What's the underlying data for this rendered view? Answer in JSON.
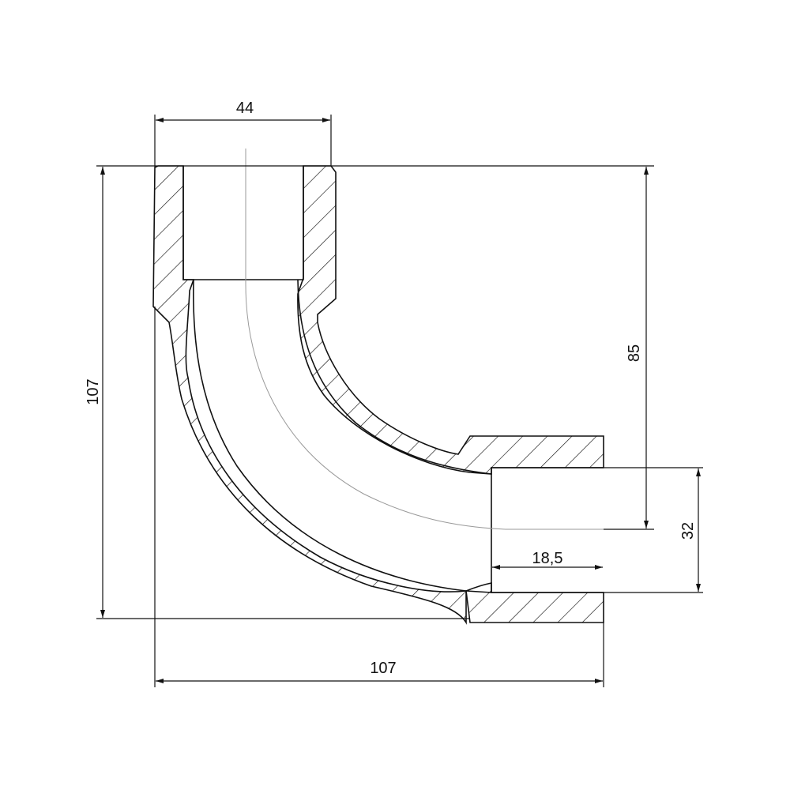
{
  "drawing": {
    "line_color": "#111111",
    "centerline_color": "#9a9a9a",
    "dimensions": {
      "top_width": "44",
      "left_height": "107",
      "right_height": "85",
      "bottom_width": "107",
      "outlet_diameter": "32",
      "socket_depth": "18,5"
    }
  }
}
